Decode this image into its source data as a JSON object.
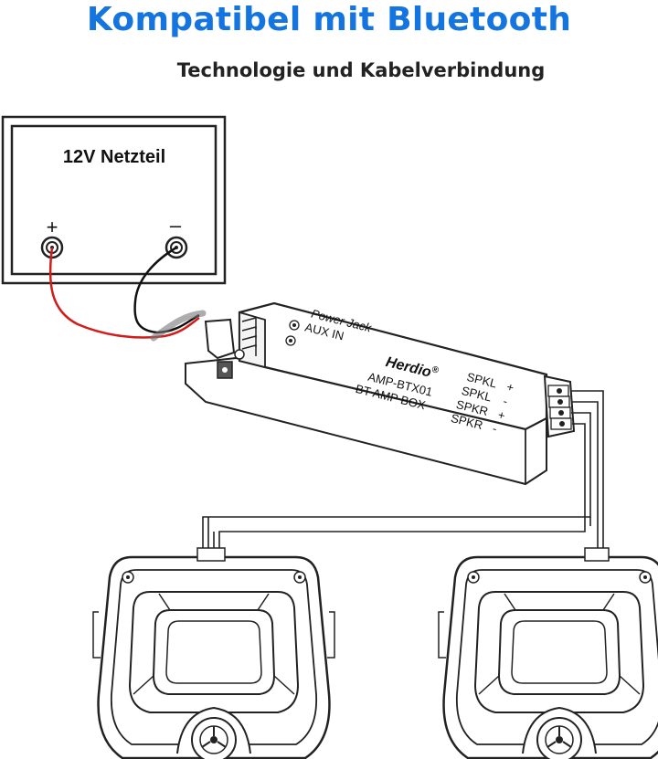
{
  "header": {
    "title": "Kompatibel mit Bluetooth",
    "subtitle": "Technologie und Kabelverbindung"
  },
  "power_supply": {
    "label": "12V Netzteil",
    "plus": "+",
    "minus": "–"
  },
  "amp": {
    "brand": "Herdio",
    "trademark": "®",
    "model": "AMP-BTX01",
    "type": "BT AMP BOX",
    "power_jack": "Power Jack",
    "aux_in": "AUX IN",
    "outputs": [
      {
        "label": "SPKL",
        "sign": "+"
      },
      {
        "label": "SPKL",
        "sign": "-"
      },
      {
        "label": "SPKR",
        "sign": "+"
      },
      {
        "label": "SPKR",
        "sign": "-"
      }
    ]
  },
  "colors": {
    "title": "#1474e0",
    "positive_wire": "#d21c1c",
    "negative_wire": "#111111"
  }
}
